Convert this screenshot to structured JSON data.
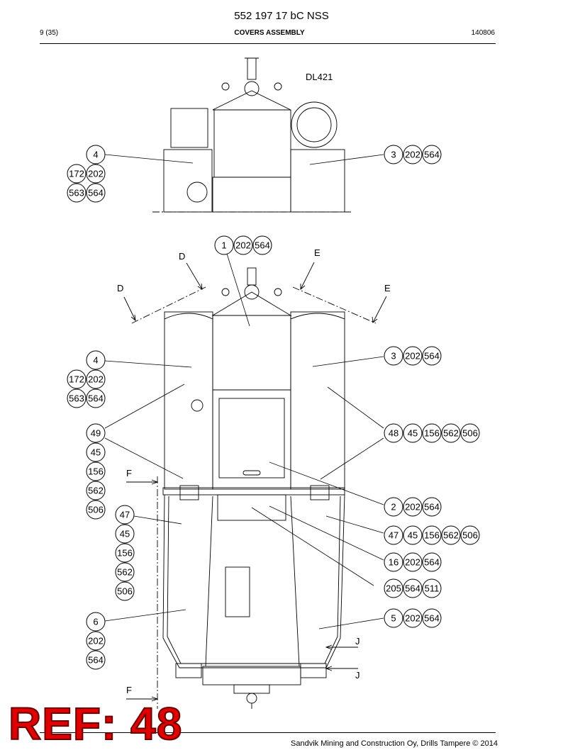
{
  "header": {
    "doc_number": "552 197 17 bC NSS",
    "page": "9 (35)",
    "section": "COVERS ASSEMBLY",
    "date_code": "140806"
  },
  "drawing": {
    "model_label": "DL421",
    "view_labels": {
      "d": "D",
      "e": "E",
      "f": "F",
      "j": "J"
    },
    "top_view_callouts": [
      {
        "id": "tv-left-main",
        "numbers": [
          "4"
        ]
      },
      {
        "id": "tv-left-2",
        "numbers": [
          "172",
          "202"
        ]
      },
      {
        "id": "tv-left-3",
        "numbers": [
          "563",
          "564"
        ]
      },
      {
        "id": "tv-right",
        "numbers": [
          "3",
          "202",
          "564"
        ]
      }
    ],
    "main_view_callouts": [
      {
        "id": "mv-1",
        "numbers": [
          "1",
          "202",
          "564"
        ]
      },
      {
        "id": "mv-4",
        "numbers": [
          "4"
        ]
      },
      {
        "id": "mv-4b",
        "numbers": [
          "172",
          "202"
        ]
      },
      {
        "id": "mv-4c",
        "numbers": [
          "563",
          "564"
        ]
      },
      {
        "id": "mv-3",
        "numbers": [
          "3",
          "202",
          "564"
        ]
      },
      {
        "id": "mv-49",
        "numbers": [
          "49"
        ]
      },
      {
        "id": "mv-49b",
        "numbers": [
          "45"
        ]
      },
      {
        "id": "mv-49c",
        "numbers": [
          "156"
        ]
      },
      {
        "id": "mv-49d",
        "numbers": [
          "562"
        ]
      },
      {
        "id": "mv-49e",
        "numbers": [
          "506"
        ]
      },
      {
        "id": "mv-48",
        "numbers": [
          "48",
          "45",
          "156",
          "562",
          "506"
        ]
      },
      {
        "id": "mv-47l",
        "numbers": [
          "47"
        ]
      },
      {
        "id": "mv-47lb",
        "numbers": [
          "45"
        ]
      },
      {
        "id": "mv-47lc",
        "numbers": [
          "156"
        ]
      },
      {
        "id": "mv-47ld",
        "numbers": [
          "562"
        ]
      },
      {
        "id": "mv-47le",
        "numbers": [
          "506"
        ]
      },
      {
        "id": "mv-2",
        "numbers": [
          "2",
          "202",
          "564"
        ]
      },
      {
        "id": "mv-47r",
        "numbers": [
          "47",
          "45",
          "156",
          "562",
          "506"
        ]
      },
      {
        "id": "mv-16",
        "numbers": [
          "16",
          "202",
          "564"
        ]
      },
      {
        "id": "mv-205",
        "numbers": [
          "205",
          "564",
          "511"
        ]
      },
      {
        "id": "mv-5",
        "numbers": [
          "5",
          "202",
          "564"
        ]
      },
      {
        "id": "mv-6",
        "numbers": [
          "6"
        ]
      },
      {
        "id": "mv-6b",
        "numbers": [
          "202"
        ]
      },
      {
        "id": "mv-6c",
        "numbers": [
          "564"
        ]
      }
    ]
  },
  "watermark": {
    "text": "REF: 48",
    "color": "#e00000"
  },
  "footer": {
    "text": "Sandvik Mining and Construction Oy, Drills Tampere © 2014"
  }
}
